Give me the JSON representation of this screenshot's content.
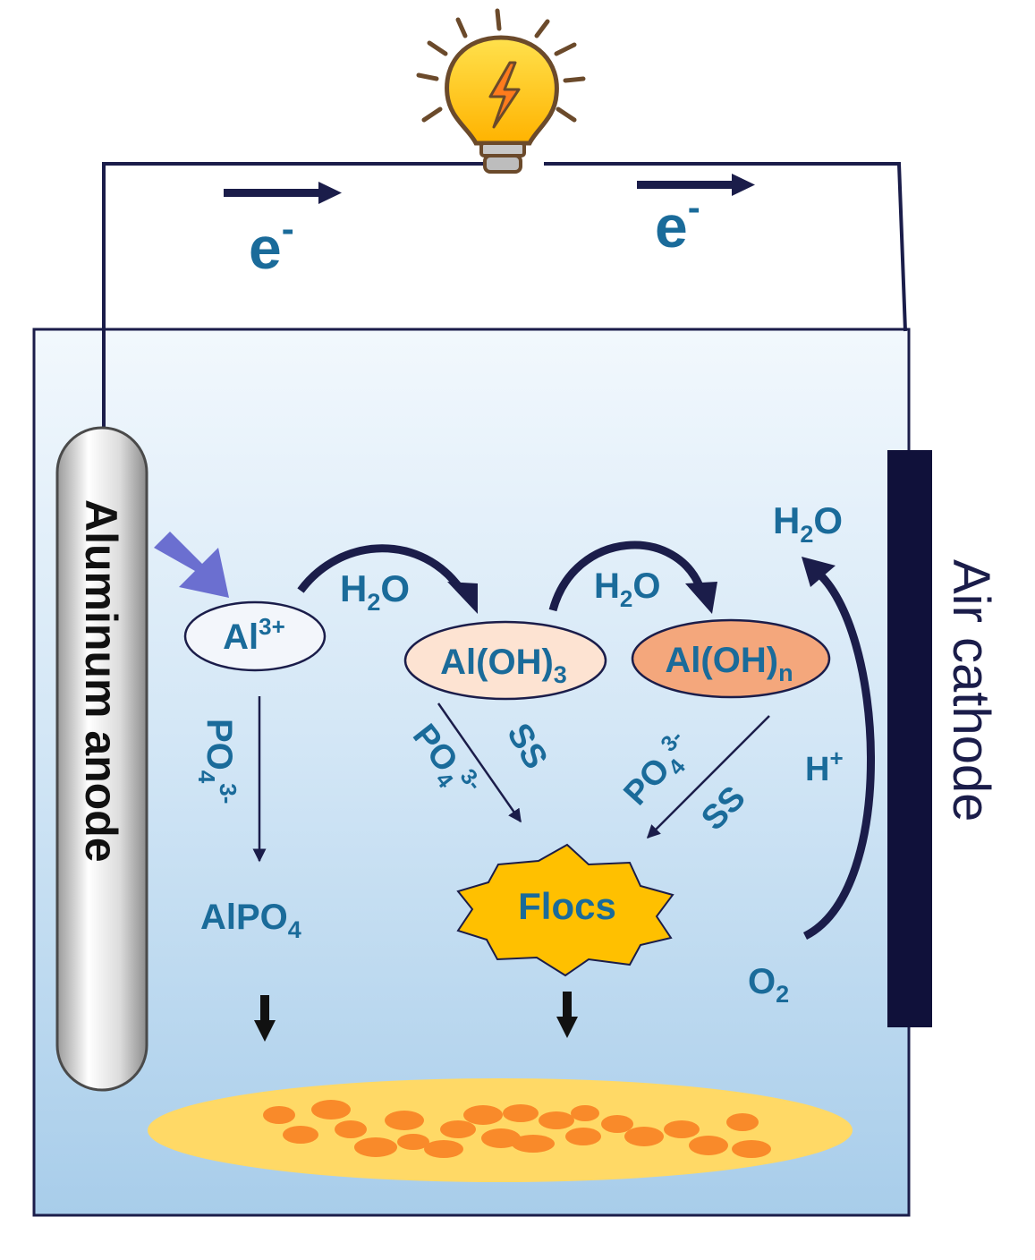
{
  "electron": {
    "symbol": "e",
    "charge": "-"
  },
  "water": {
    "h": "H",
    "two": "2",
    "o": "O"
  },
  "anode_label": "Aluminum anode",
  "cathode_label": "Air cathode",
  "al_ion": {
    "base": "Al",
    "charge": "3+"
  },
  "al_oh3": {
    "base": "Al(OH)",
    "sub": "3"
  },
  "al_ohn": {
    "base": "Al(OH)",
    "sub": "n"
  },
  "phosphate": {
    "base": "PO",
    "sub": "4",
    "charge": "3-"
  },
  "ss_label": "SS",
  "alpo4": {
    "base": "AlPO",
    "sub": "4"
  },
  "flocs_label": "Flocs",
  "proton": {
    "base": "H",
    "charge": "+"
  },
  "oxygen": {
    "base": "O",
    "sub": "2"
  },
  "colors": {
    "wire": "#1b1d4a",
    "label": "#1a6b9a",
    "flocs": "#ffc000",
    "al_ohn_fill": "#f4a77c",
    "al_oh3_fill": "#fde3d2",
    "sediment": "#ffd966",
    "particle": "#f98a2a"
  }
}
